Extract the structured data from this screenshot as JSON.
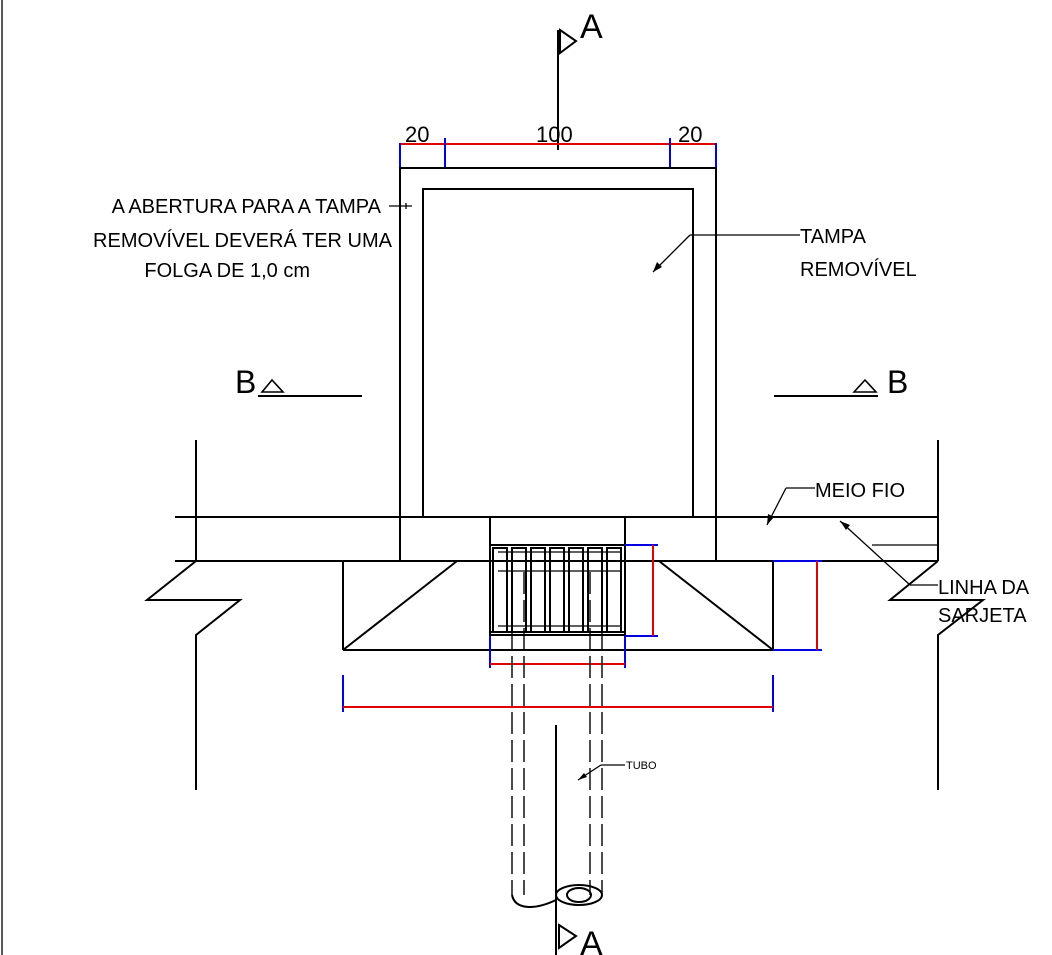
{
  "section_marks": {
    "a_top": "A",
    "a_bottom": "A",
    "b_left": "B",
    "b_right": "B"
  },
  "dimensions": {
    "left": "20",
    "center": "100",
    "right": "20"
  },
  "labels": {
    "opening_note_line1": "A ABERTURA PARA A TAMPA",
    "opening_note_line2": "REMOVÍVEL DEVERÁ TER UMA",
    "opening_note_line3": "FOLGA DE 1,0 cm",
    "cover_line1": "TAMPA",
    "cover_line2": "REMOVÍVEL",
    "curb": "MEIO FIO",
    "gutter_line1": "LINHA DA",
    "gutter_line2": "SARJETA",
    "pipe": "TUBO"
  },
  "colors": {
    "dimension_line": "#e00000",
    "extension_line": "#0000e0",
    "linework": "#000000"
  }
}
